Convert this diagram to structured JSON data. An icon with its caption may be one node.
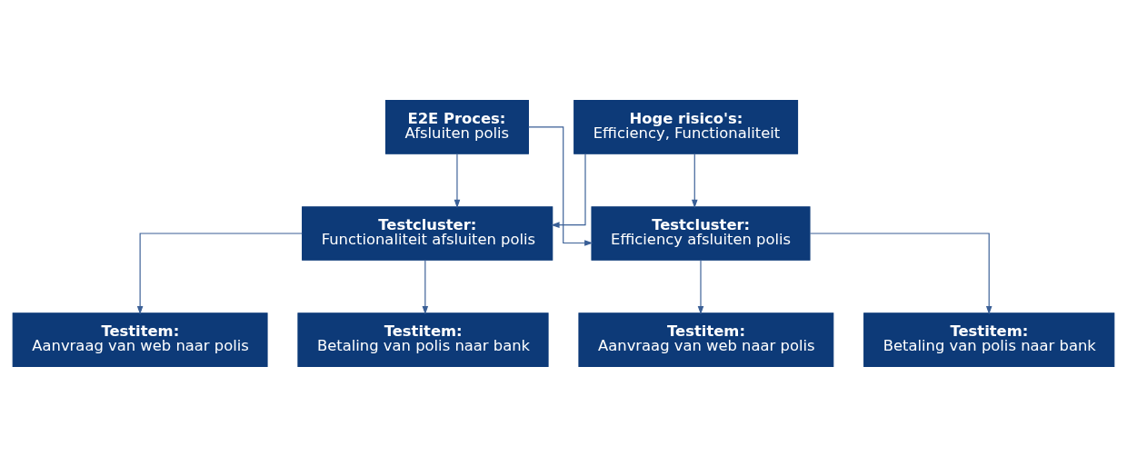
{
  "diagram": {
    "nodes": [
      {
        "text": [
          "E2E Proces:",
          "Afsluiten polis"
        ]
      },
      {
        "text": [
          "Hoge risico's:",
          "Efficiency, Functionaliteit"
        ]
      },
      {
        "text": [
          "Testcluster:",
          "Functionaliteit afsluiten polis"
        ]
      },
      {
        "text": [
          "Testcluster:",
          "Efficiency afsluiten polis"
        ]
      },
      {
        "text": [
          "Testitem:",
          "Aanvraag van web naar polis"
        ]
      },
      {
        "text": [
          "Testitem:",
          "Betaling van polis naar bank"
        ]
      },
      {
        "text": [
          "Testitem:",
          "Aanvraag van web naar polis"
        ]
      },
      {
        "text": [
          "Testitem:",
          "Betaling van polis naar bank"
        ]
      }
    ],
    "edges": [
      {
        "from": 0,
        "to": 2,
        "arrow": "to"
      },
      {
        "from": 0,
        "to": 3,
        "arrow": "to"
      },
      {
        "from": 1,
        "to": 2,
        "arrow": "to"
      },
      {
        "from": 1,
        "to": 3,
        "arrow": "to"
      },
      {
        "from": 2,
        "to": 4,
        "arrow": "to"
      },
      {
        "from": 2,
        "to": 5,
        "arrow": "to"
      },
      {
        "from": 3,
        "to": 6,
        "arrow": "to"
      },
      {
        "from": 3,
        "to": 7,
        "arrow": "to"
      }
    ]
  }
}
